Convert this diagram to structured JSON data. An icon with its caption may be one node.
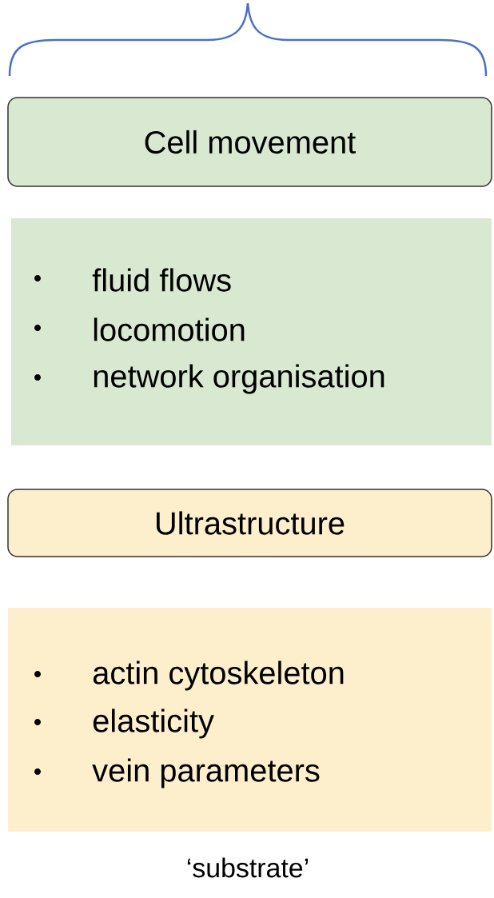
{
  "diagram": {
    "nodes": [
      {
        "text": [
          "Cell movement"
        ]
      },
      {
        "text": [
          "fluid flows",
          "locomotion",
          "network organisation"
        ]
      },
      {
        "text": [
          "Ultrastructure"
        ]
      },
      {
        "text": [
          "actin cytoskeleton",
          "elasticity",
          "vein parameters"
        ]
      }
    ],
    "labels": [
      "‘substrate’"
    ]
  }
}
